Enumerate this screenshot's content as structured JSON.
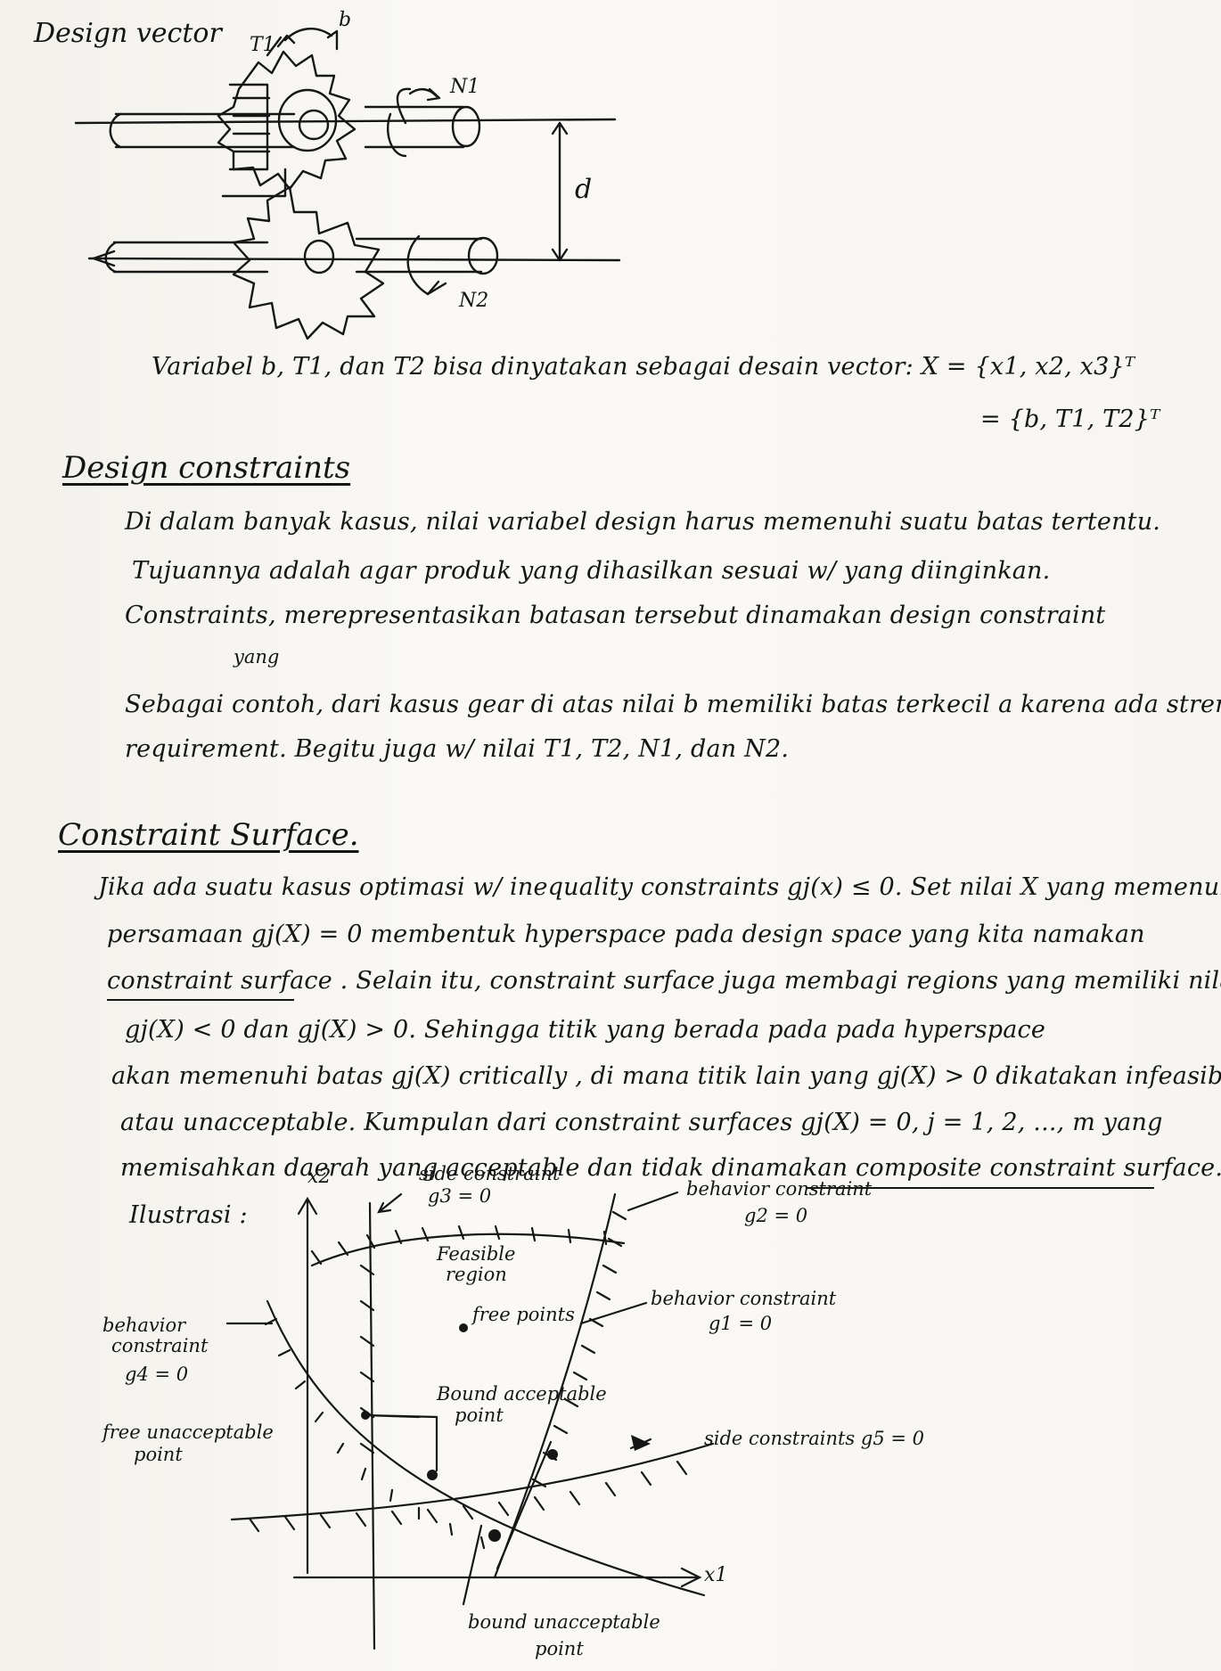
{
  "gear_section": {
    "title": "Design vector",
    "labels": {
      "t1": "T1",
      "b": "b",
      "n1": "N1",
      "n2": "N2",
      "d": "d"
    },
    "variables_line": "Variabel b, T1, dan T2 bisa dinyatakan sebagai desain vector:  X = {x1, x2, x3}ᵀ",
    "vector_line2": "= {b, T1, T2}ᵀ"
  },
  "constraints_section": {
    "heading": "Design constraints",
    "lines": [
      "Di dalam banyak kasus, nilai variabel design harus memenuhi suatu batas tertentu.",
      "Tujuannya adalah agar produk yang dihasilkan sesuai w/ yang diinginkan.",
      "Constraints, merepresentasikan batasan tersebut dinamakan design constraint",
      "yang",
      "Sebagai contoh, dari kasus gear di atas nilai b memiliki batas terkecil a karena ada strength",
      "requirement. Begitu juga w/ nilai T1, T2, N1, dan N2."
    ]
  },
  "surface_section": {
    "heading": "Constraint Surface.",
    "lines": [
      "Jika ada suatu kasus optimasi w/ inequality constraints gj(x) ≤ 0. Set nilai X yang memenuhi",
      "persamaan gj(X) = 0 membentuk hyperspace pada design space yang kita namakan",
      "constraint surface . Selain itu, constraint surface juga membagi regions yang memiliki nilai",
      "gj(X) < 0 dan gj(X) > 0. Sehingga titik yang berada pada pada hyperspace",
      "akan memenuhi batas gj(X) critically , di mana titik lain yang gj(X) > 0 dikatakan infeasible",
      "atau unacceptable. Kumpulan dari constraint surfaces gj(X) = 0, j = 1, 2, ..., m yang",
      "memisahkan daerah yang acceptable dan tidak dinamakan composite constraint surface."
    ],
    "underlined": {
      "constraint_surface": "constraint surface",
      "composite": "composite constraint surface"
    }
  },
  "illustration": {
    "label": "Ilustrasi :",
    "x2": "x2",
    "x1": "x1",
    "side_g3": "side constraint",
    "side_g3_eq": "g3 = 0",
    "behavior_g2": "behavior constraint",
    "behavior_g2_eq": "g2 = 0",
    "feasible": "Feasible",
    "feasible2": "region",
    "free_points": "free points",
    "behavior_g1": "behavior constraint",
    "behavior_g1_eq": "g1 = 0",
    "behavior_g4a": "behavior",
    "behavior_g4b": "constraint",
    "behavior_g4_eq": "g4 = 0",
    "bound_acceptable": "Bound acceptable",
    "bound_acceptable2": "point",
    "side_g5": "side constraints  g5 = 0",
    "free_unacceptable": "free unacceptable",
    "free_unacceptable2": "point",
    "bound_unacceptable": "bound unacceptable",
    "bound_unacceptable2": "point"
  }
}
